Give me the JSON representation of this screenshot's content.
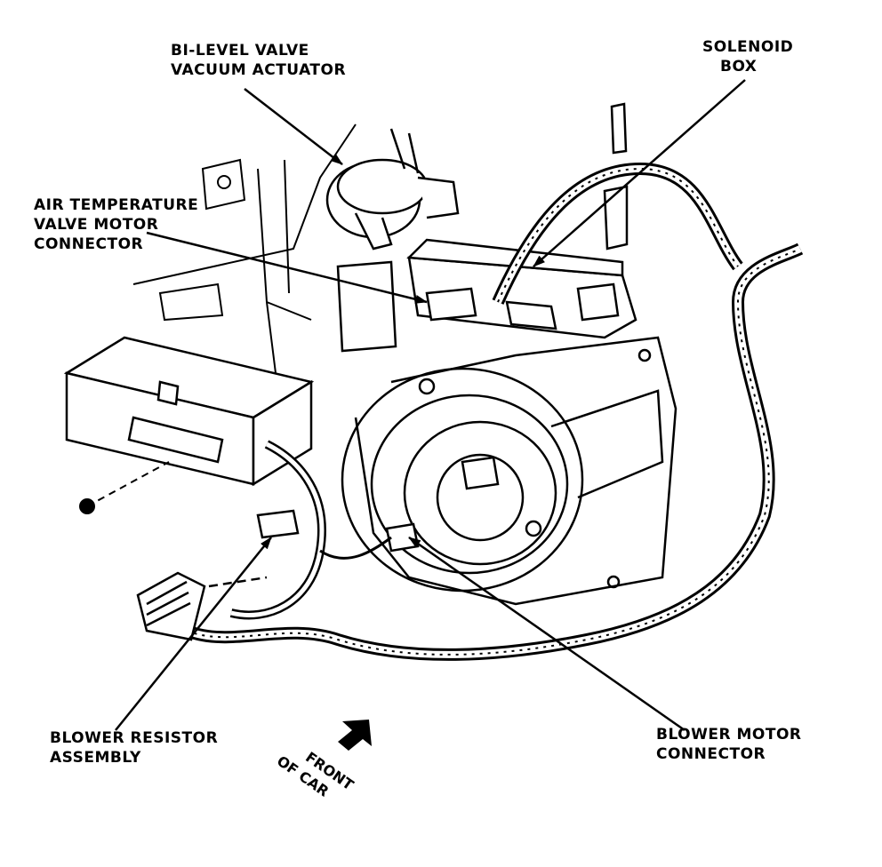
{
  "labels": {
    "bilevel_line1": "BI-LEVEL VALVE",
    "bilevel_line2": "VACUUM ACTUATOR",
    "solenoid_line1": "SOLENOID",
    "solenoid_line2": "BOX",
    "airtemp_line1": "AIR TEMPERATURE",
    "airtemp_line2": "VALVE MOTOR",
    "airtemp_line3": "CONNECTOR",
    "resistor_line1": "BLOWER RESISTOR",
    "resistor_line2": "ASSEMBLY",
    "motor_line1": "BLOWER MOTOR",
    "motor_line2": "CONNECTOR",
    "front_line1": "FRONT",
    "front_line2": "OF CAR"
  }
}
